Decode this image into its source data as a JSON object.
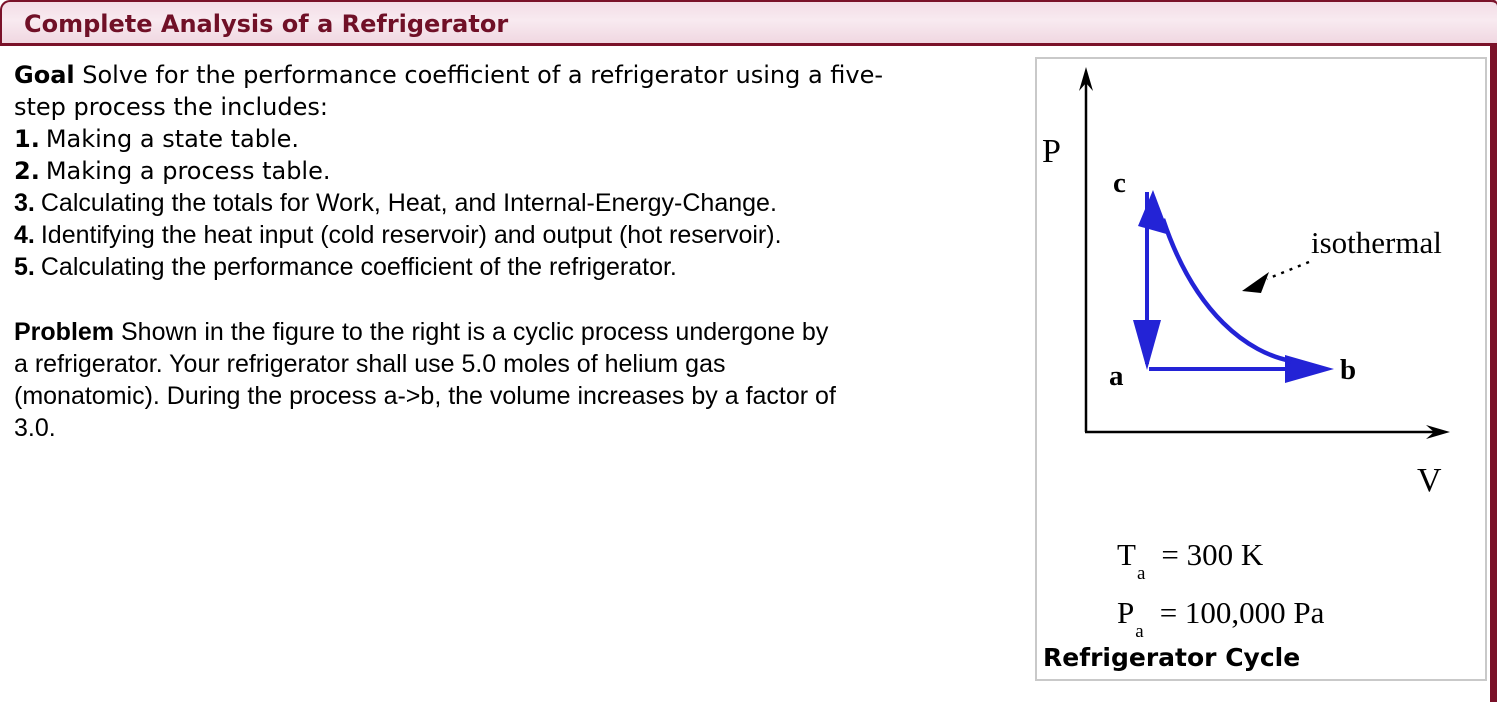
{
  "header": {
    "title": "Complete Analysis of a Refrigerator"
  },
  "goal": {
    "label": "Goal",
    "text": "Solve for the performance coefficient of a refrigerator using a five-\nstep process the includes:"
  },
  "steps": [
    {
      "num": "1.",
      "text": "Making a state table."
    },
    {
      "num": "2.",
      "text": "Making a process table."
    },
    {
      "num": "3.",
      "text": "Calculating the totals for Work, Heat, and Internal-Energy-Change."
    },
    {
      "num": "4.",
      "text": "Identifying the heat input (cold reservoir) and output (hot reservoir)."
    },
    {
      "num": "5.",
      "text": "Calculating the performance coefficient of the refrigerator."
    }
  ],
  "problem": {
    "label": "Problem",
    "text": "Shown in the figure to the right is a cyclic process undergone by\na refrigerator. Your refrigerator shall use 5.0 moles of helium gas\n(monatomic). During the process a->b, the volume increases by a factor of\n3.0."
  },
  "figure": {
    "y_axis_label": "P",
    "x_axis_label": "V",
    "point_a": "a",
    "point_b": "b",
    "point_c": "c",
    "curve_label": "isothermal",
    "equations": [
      {
        "symbol": "T",
        "sub": "a",
        "value": "= 300 K"
      },
      {
        "symbol": "P",
        "sub": "a",
        "value": "= 100,000 Pa"
      }
    ],
    "caption": "Refrigerator Cycle",
    "colors": {
      "process_blue": "#2323d6",
      "accent_maroon": "#7a1129"
    }
  }
}
